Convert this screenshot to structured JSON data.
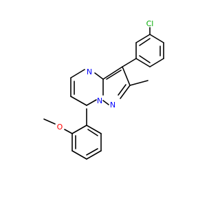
{
  "molecule": {
    "atom_labels": {
      "chlorine": "Cl",
      "ring_nitrogen": "N",
      "bridge_nitrogen_a": "N",
      "bridge_nitrogen_b": "N",
      "methoxy_oxygen": "O"
    }
  },
  "colors": {
    "bond": "#000000",
    "chlorine": "#00aa00",
    "nitrogen": "#0000ff",
    "oxygen": "#ff0000",
    "background": "#ffffff"
  }
}
